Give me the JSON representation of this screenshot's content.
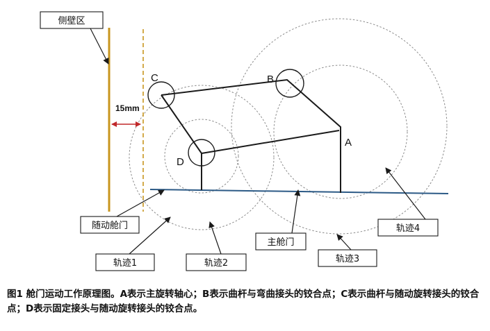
{
  "labels": {
    "side_wall": "侧壁区",
    "gap": "15mm",
    "follower_door": "随动舱门",
    "main_door": "主舱门",
    "track1": "轨迹1",
    "track2": "轨迹2",
    "track3": "轨迹3",
    "track4": "轨迹4"
  },
  "points": {
    "a": "A",
    "b": "B",
    "c": "C",
    "d": "D"
  },
  "caption": "图1  舱门运动工作原理图。A表示主旋转轴心；B表示曲杆与弯曲接头的铰合点；C表示曲杆与随动旋转接头的铰合点；D表示固定接头与随动旋转接头的铰合点。",
  "colors": {
    "wall": "#c8961e",
    "dim_arrow": "#c0282a",
    "floor": "#2c5a86",
    "lines": "#1a1a1a",
    "tracks": "#8a8a8a"
  }
}
